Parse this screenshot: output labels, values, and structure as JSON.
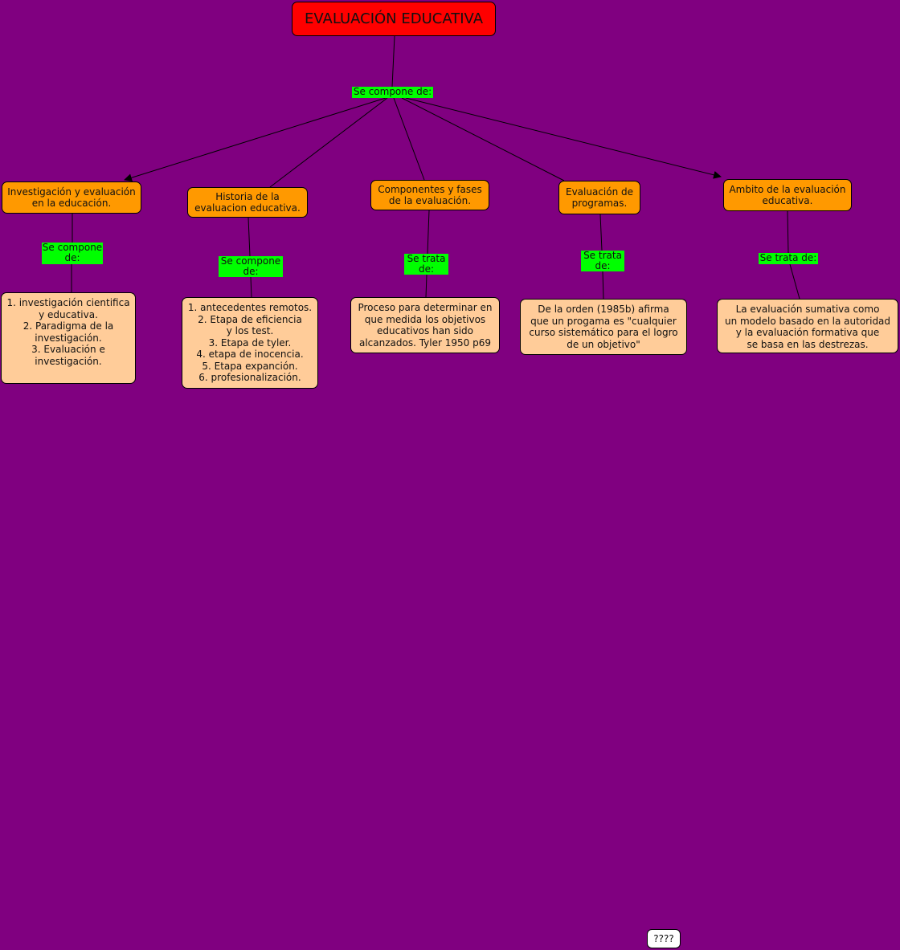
{
  "title": "EVALUACIÓN  EDUCATIVA",
  "root_link": "Se compone de:",
  "branches": [
    {
      "concept": "Investigación y evaluación\nen la educación.",
      "link": "Se compone\nde:",
      "detail": "1. investigación cientifica\n     y educativa.\n2. Paradigma de la       \n      investigación.\n3. Evaluación e          \n     investigación."
    },
    {
      "concept": "Historia de la\nevaluacion educativa.",
      "link": "Se compone\nde:",
      "detail": "1. antecedentes remotos.\n2. Etapa de eficiencia\ny los test.\n3. Etapa de tyler.\n4. etapa de inocencia.\n5. Etapa expanción.\n6. profesionalización."
    },
    {
      "concept": "Componentes y fases\nde la evaluación.",
      "link": "Se trata\nde:",
      "detail": "Proceso para determinar en\nque medida los objetivos\neducativos han sido\nalcanzados. Tyler 1950 p69"
    },
    {
      "concept": "Evaluación de\nprogramas.",
      "link": "Se trata\nde:",
      "detail": "De la orden (1985b) afirma\nque un progama es \"cualquier\ncurso sistemático para el logro\nde un objetivo\""
    },
    {
      "concept": "Ambito de la evaluación\neducativa.",
      "link": "Se trata de:",
      "detail": "La evaluación sumativa como\nun modelo basado en la autoridad\ny la evaluación formativa que\nse basa en las destrezas."
    }
  ],
  "note": "????",
  "colors": {
    "background": "#800080",
    "title": "#ff0000",
    "concept": "#ff9900",
    "detail": "#ffcc99",
    "link": "#00ff00"
  }
}
